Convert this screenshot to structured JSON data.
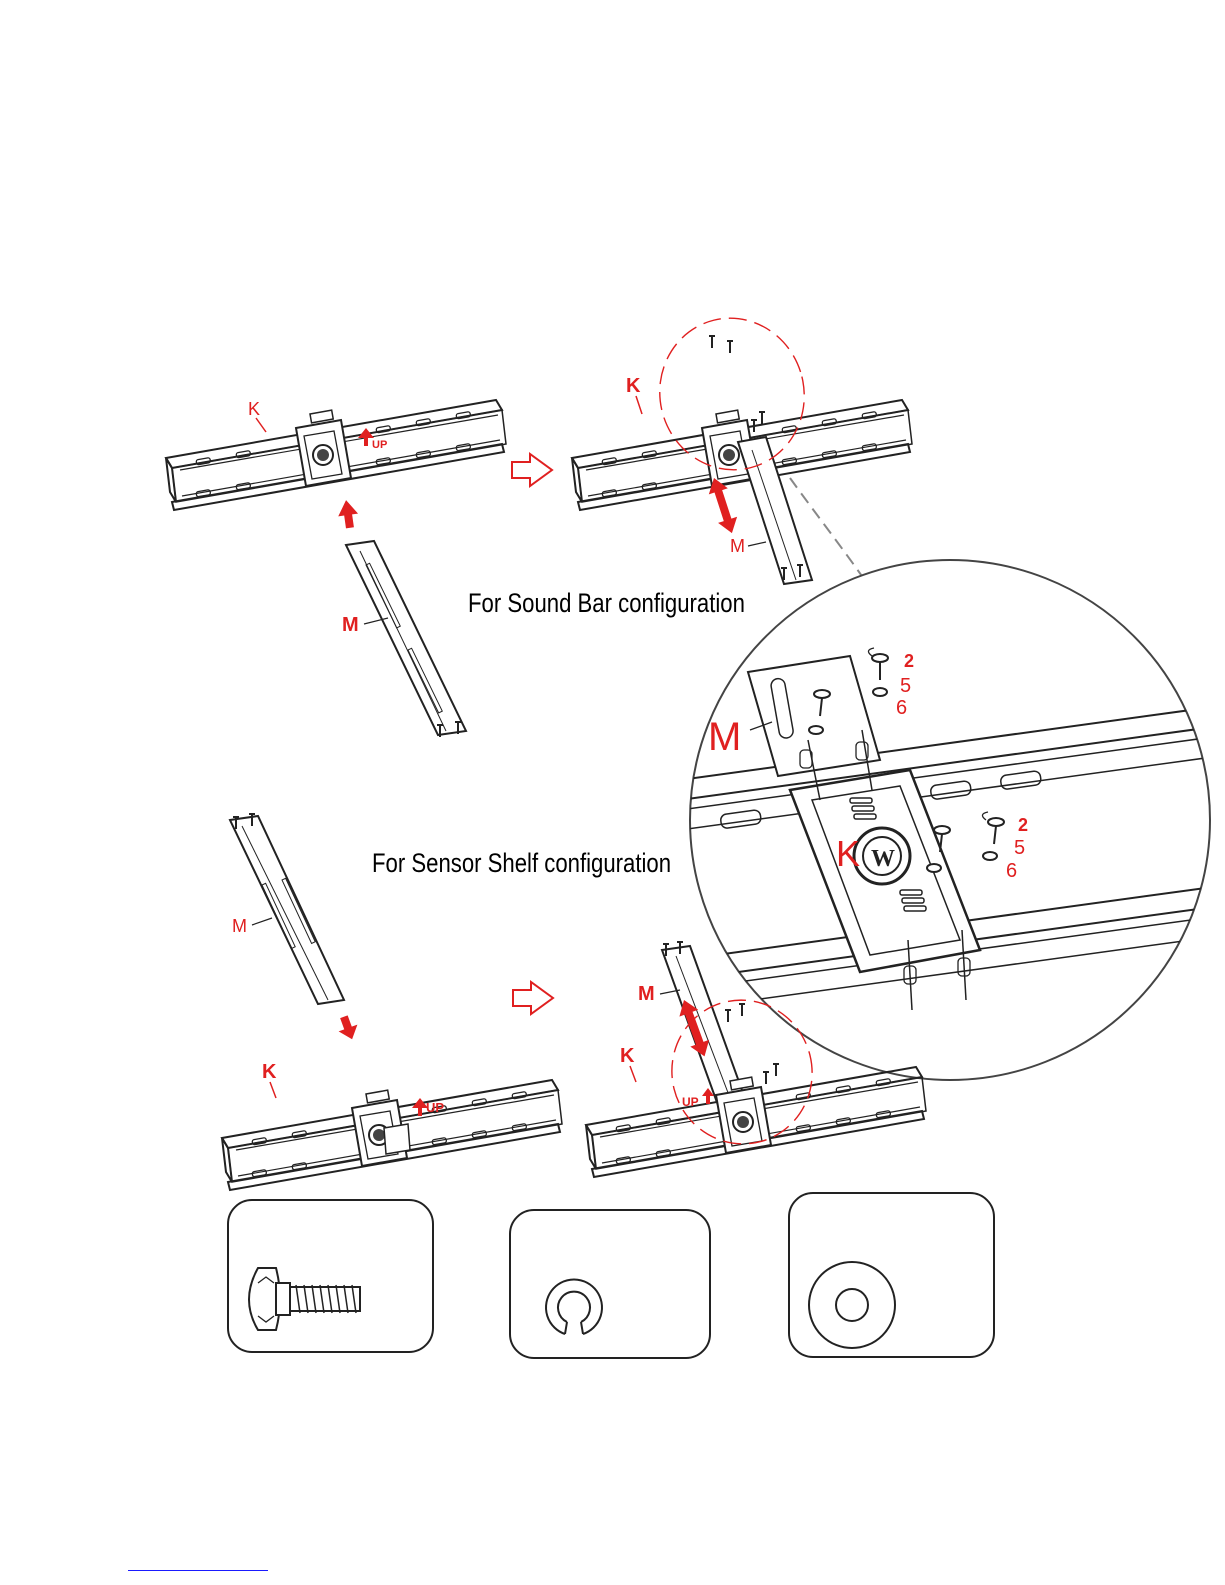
{
  "captions": {
    "sound_bar": "For Sound Bar configuration",
    "sensor_shelf": "For Sensor Shelf configuration"
  },
  "labels": {
    "k": "K",
    "m": "M",
    "up": "UP",
    "two": "2",
    "five": "5",
    "six": "6"
  },
  "colors": {
    "callout": "#e02020",
    "line": "#222222"
  },
  "hardware_icons": [
    "bolt-icon",
    "split-lock-washer-icon",
    "flat-washer-icon"
  ]
}
